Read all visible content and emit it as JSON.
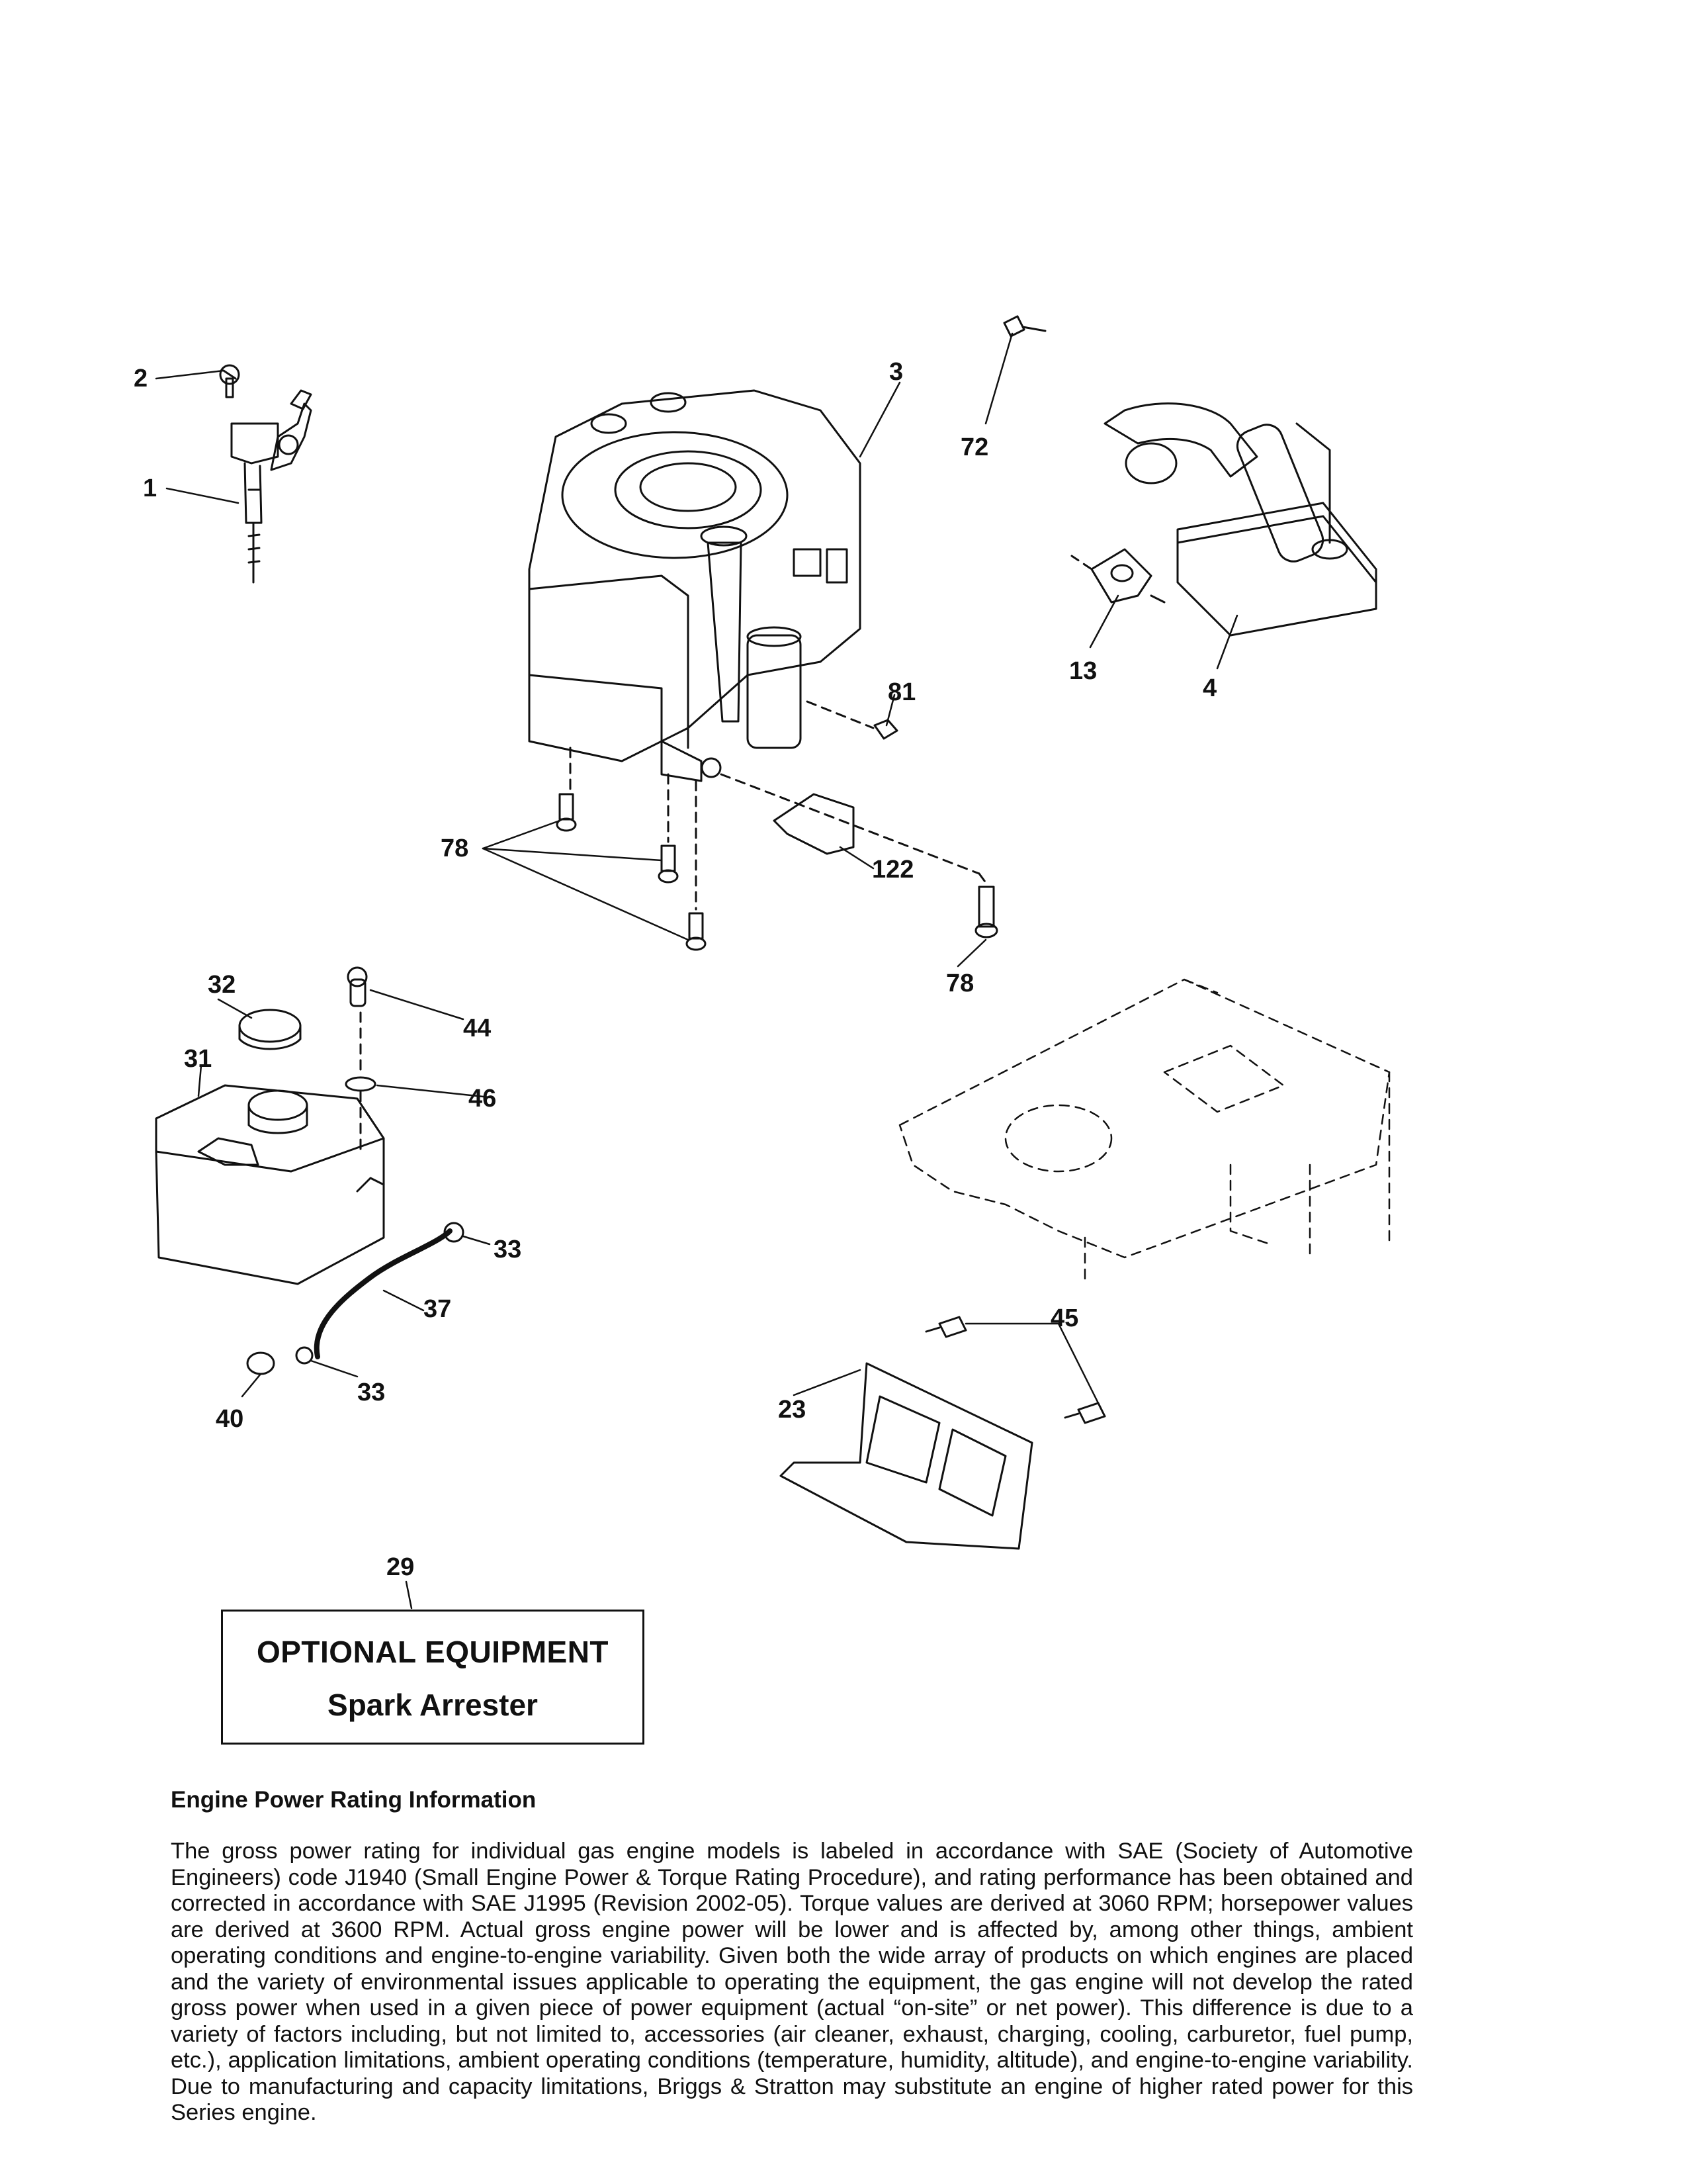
{
  "callouts": {
    "c1": "1",
    "c2": "2",
    "c3": "3",
    "c4": "4",
    "c13": "13",
    "c23": "23",
    "c29": "29",
    "c31": "31",
    "c32": "32",
    "c33a": "33",
    "c33b": "33",
    "c37": "37",
    "c40": "40",
    "c44": "44",
    "c45": "45",
    "c46": "46",
    "c72": "72",
    "c78a": "78",
    "c78b": "78",
    "c81": "81",
    "c122": "122"
  },
  "optional_equipment": {
    "title": "OPTIONAL EQUIPMENT",
    "item": "Spark Arrester"
  },
  "rating": {
    "heading": "Engine Power Rating Information",
    "body": "The gross power rating for individual gas engine models is labeled in accordance with SAE (Society of Automotive Engineers) code J1940 (Small Engine Power & Torque Rating Procedure), and rating performance has been obtained and corrected in accordance with SAE J1995 (Revision 2002-05). Torque values are derived at 3060 RPM; horsepower values are derived at 3600 RPM. Actual gross engine power will be lower and is affected by, among other things, ambient operating conditions and engine-to-engine variability. Given both the wide array of products on which engines are placed and the variety of environmental issues applicable to operating the equipment, the gas engine will not develop the rated gross power when used in a given piece of power equipment (actual “on-site” or net power). This difference is due to a variety of factors including, but not limited to, accessories (air cleaner, exhaust, charging, cooling, carburetor, fuel pump, etc.), application limitations, ambient operating conditions (temperature, humidity, altitude), and engine-to-engine variability. Due to manufacturing and capacity limitations, Briggs & Stratton may substitute an engine of higher rated power for this Series engine."
  }
}
